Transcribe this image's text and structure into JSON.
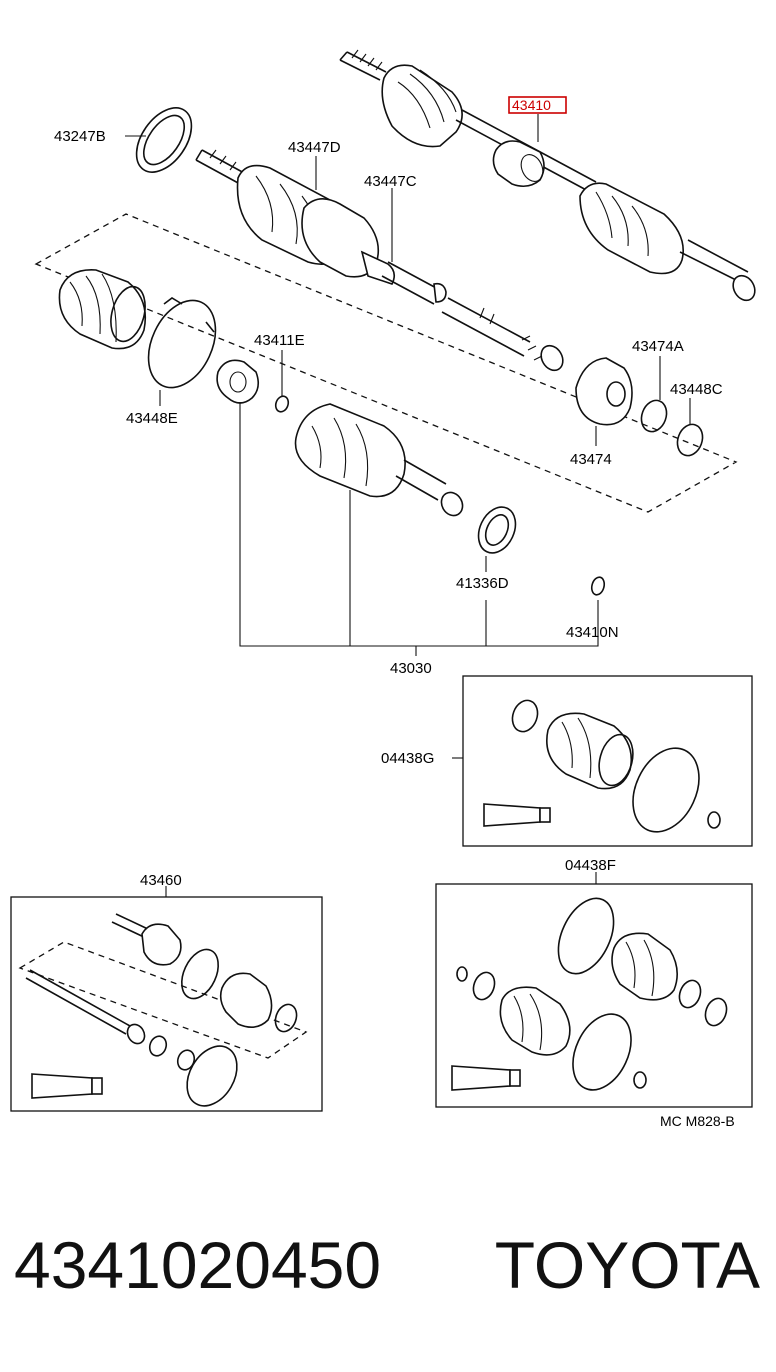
{
  "labels": {
    "p43410": "43410",
    "p43247B": "43247B",
    "p43447D": "43447D",
    "p43447C": "43447C",
    "p43411E": "43411E",
    "p43448E": "43448E",
    "p43474A": "43474A",
    "p43448C": "43448C",
    "p43474": "43474",
    "p41336D": "41336D",
    "p43410N": "43410N",
    "p43030": "43030",
    "p04438G": "04438G",
    "p43460": "43460",
    "p04438F": "04438F",
    "drawing_code": "MC M828-B"
  },
  "caption": {
    "part_number": "4341020450",
    "brand": "TOYOTA"
  },
  "colors": {
    "highlight": "#cc0000",
    "line": "#111111",
    "background": "#ffffff"
  }
}
